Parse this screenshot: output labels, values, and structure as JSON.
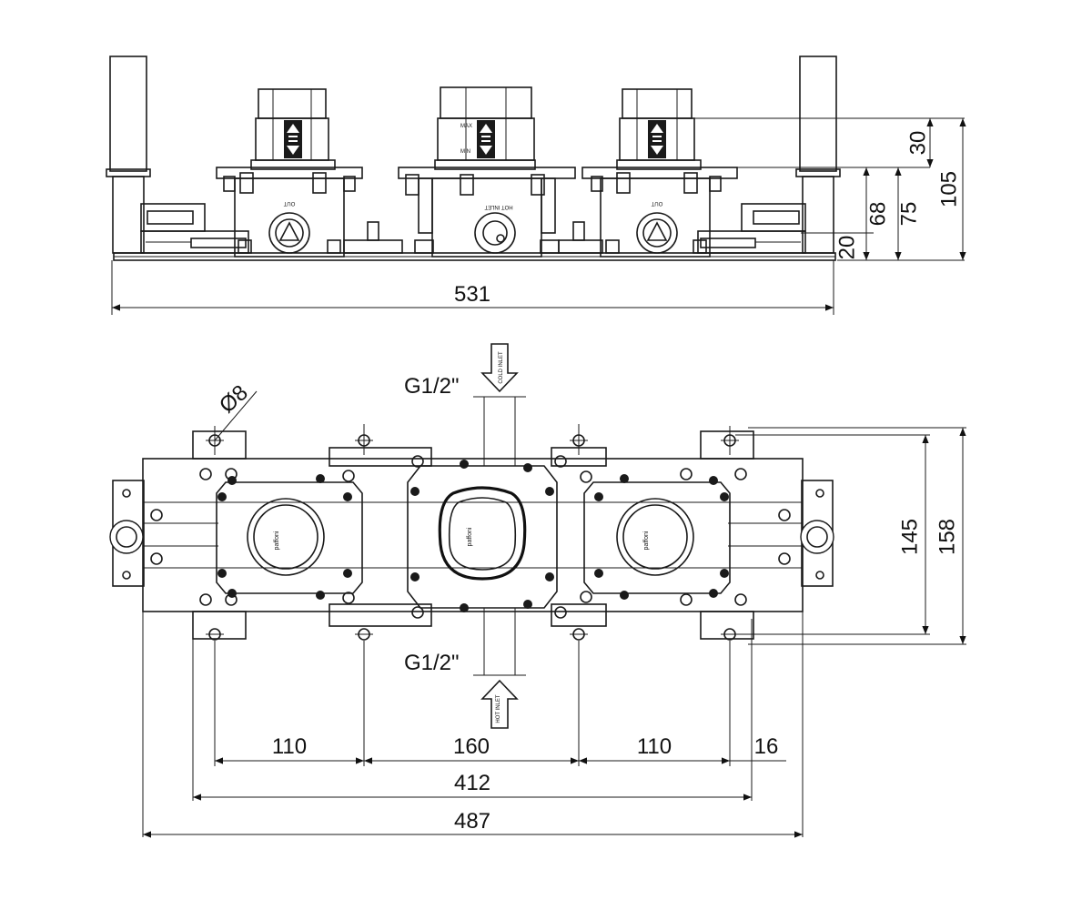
{
  "front_view": {
    "width_label": "531",
    "height_labels": {
      "top_cap": "30",
      "overall": "105",
      "mid": "75",
      "body": "68",
      "base": "20"
    },
    "left_valve_label": "OUT",
    "center_valve_label": "HOT INLET",
    "right_valve_label": "OUT",
    "cartridge_min_label": "MIN",
    "cartridge_max_label": "MAX"
  },
  "plan_view": {
    "hole_diameter_label": "Ø8",
    "thread_top_label": "G1/2\"",
    "thread_bottom_label": "G1/2\"",
    "cold_inlet_label": "COLD INLET",
    "hot_inlet_label": "HOT INLET",
    "spacing_labels": [
      "110",
      "160",
      "110",
      "16"
    ],
    "hole_span_label": "412",
    "overall_length_label": "487",
    "inner_height_label": "145",
    "outer_height_label": "158",
    "brand_label": "paffoni"
  }
}
